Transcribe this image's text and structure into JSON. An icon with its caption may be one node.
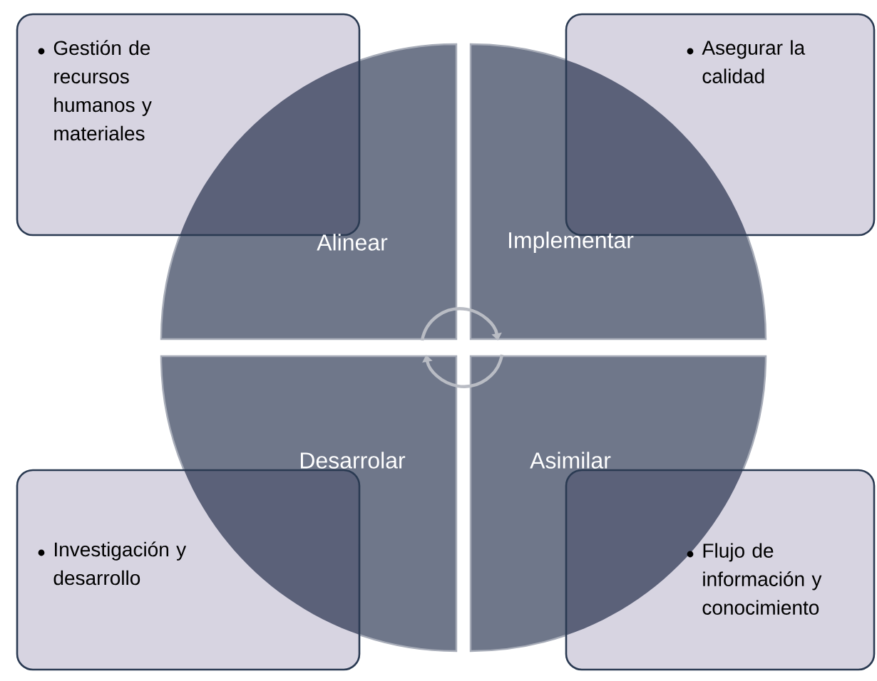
{
  "diagram": {
    "nodes": [
      {
        "text": [
          "Alinear"
        ]
      },
      {
        "text": [
          "Implementar"
        ]
      },
      {
        "text": [
          "Desarrolar"
        ]
      },
      {
        "text": [
          "Asimilar"
        ]
      },
      {
        "text": [
          "Gestión de recursos humanos y materiales"
        ]
      },
      {
        "text": [
          "Asegurar la calidad"
        ]
      },
      {
        "text": [
          "Investigación y desarrollo"
        ]
      },
      {
        "text": [
          "Flujo de información y conocimiento"
        ]
      }
    ],
    "edges": [
      {
        "from": 0,
        "to": 1,
        "arrow": "to"
      },
      {
        "from": 3,
        "to": 2,
        "arrow": "to"
      }
    ]
  }
}
